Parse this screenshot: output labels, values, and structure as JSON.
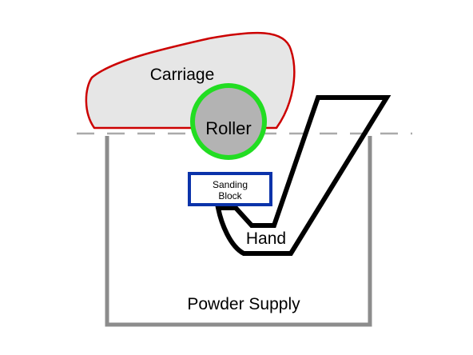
{
  "labels": {
    "carriage": "Carriage",
    "roller": "Roller",
    "sanding_block_line1": "Sanding",
    "sanding_block_line2": "Block",
    "hand": "Hand",
    "powder_supply": "Powder Supply"
  },
  "colors": {
    "background": "#ffffff",
    "carriage_fill": "#e6e6e6",
    "carriage_stroke": "#cc0000",
    "roller_fill": "#b3b3b3",
    "roller_ring": "#22dd22",
    "sanding_block_stroke": "#0b33aa",
    "hand_stroke": "#000000",
    "powder_supply_stroke": "#8c8c8c",
    "level_line": "#aaaaaa"
  }
}
